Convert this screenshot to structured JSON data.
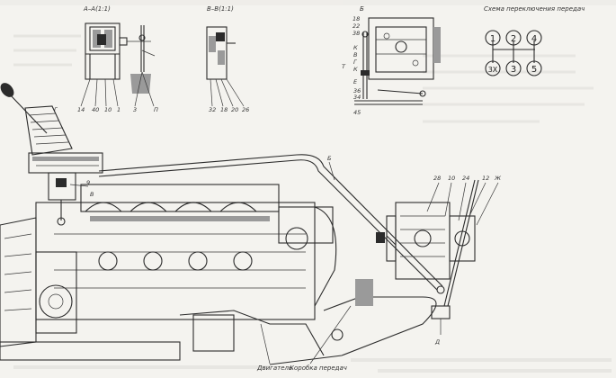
{
  "sections": {
    "a": "А–А(1:1)",
    "b": "В–В(1:1)",
    "c": "Б",
    "shift_pattern_title": "Схема переключения передач"
  },
  "gears": [
    "1",
    "2",
    "4",
    "3Х",
    "3",
    "5"
  ],
  "captions": {
    "engine": "Двигатель",
    "gearbox": "Коробка передач"
  },
  "callouts": {
    "secA": [
      "14",
      "40",
      "10",
      "1",
      "Г",
      "3",
      "П"
    ],
    "secB": [
      "32",
      "18",
      "20",
      "26"
    ],
    "secC": [
      "18",
      "22",
      "38",
      "К",
      "В",
      "Г",
      "К",
      "Т",
      "Е",
      "36",
      "34",
      "45"
    ],
    "rod": [
      "Б",
      "28",
      "10",
      "24",
      "12",
      "Ж",
      "Д"
    ],
    "lever": [
      "9",
      "В"
    ]
  }
}
